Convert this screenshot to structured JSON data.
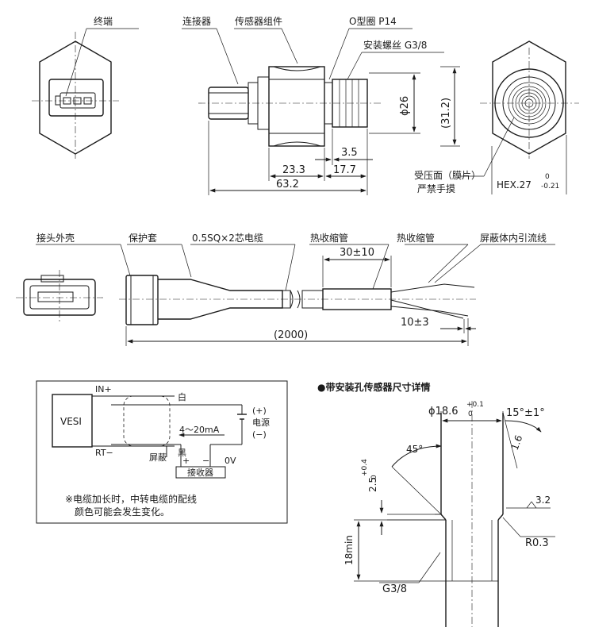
{
  "top": {
    "terminal": "终端",
    "connector": "连接器",
    "sensor_assembly": "传感器组件",
    "oring": "O型圈  P14",
    "thread": "安装螺丝 G3/8",
    "dia26": "ϕ26",
    "dim_31_2": "(31.2)",
    "dim_3_5": "3.5",
    "dim_23_3": "23.3",
    "dim_17_7": "17.7",
    "dim_63_2": "63.2",
    "pressure_face": "受压面（膜片）",
    "no_touch": "严禁手摸",
    "hex_label": "HEX.27",
    "hex_tol_upper": "0",
    "hex_tol_lower": "-0.21"
  },
  "cable": {
    "connector_shell": "接头外壳",
    "boot": "保护套",
    "cable_spec": "0.5SQ×2芯电缆",
    "heat_shrink_1": "热收缩管",
    "heat_shrink_2": "热收缩管",
    "shield_drain": "屏蔽体内引流线",
    "dim_30": "30±10",
    "dim_10": "10±3",
    "dim_2000": "(2000)"
  },
  "wiring": {
    "vesi": "VESI",
    "in_plus": "IN+",
    "rt_minus": "RT−",
    "white": "白",
    "black": "黑",
    "shield": "屏蔽",
    "current": "4～20mA",
    "power_plus": "(+)",
    "power": "电源",
    "power_minus": "(−)",
    "plus": "+",
    "minus": "−",
    "zero_v": "0V",
    "receiver": "接收器",
    "note_1": "※电缆加长时，中转电缆的配线",
    "note_2": "颜色可能会发生变化。"
  },
  "hole": {
    "title": "●带安装孔传感器尺寸详情",
    "dia": "ϕ18.6",
    "dia_tol_upper": "+0.1",
    "dia_tol_lower": "0",
    "angle15": "15°±1°",
    "dim_1_6": "1.6",
    "angle45": "45°",
    "dim_2_5": "2.5",
    "dim_2_5_upper": "+0.4",
    "dim_2_5_lower": "0",
    "roughness": "3.2",
    "r03": "R0.3",
    "dim_18": "18min",
    "thread": "G3/8"
  }
}
